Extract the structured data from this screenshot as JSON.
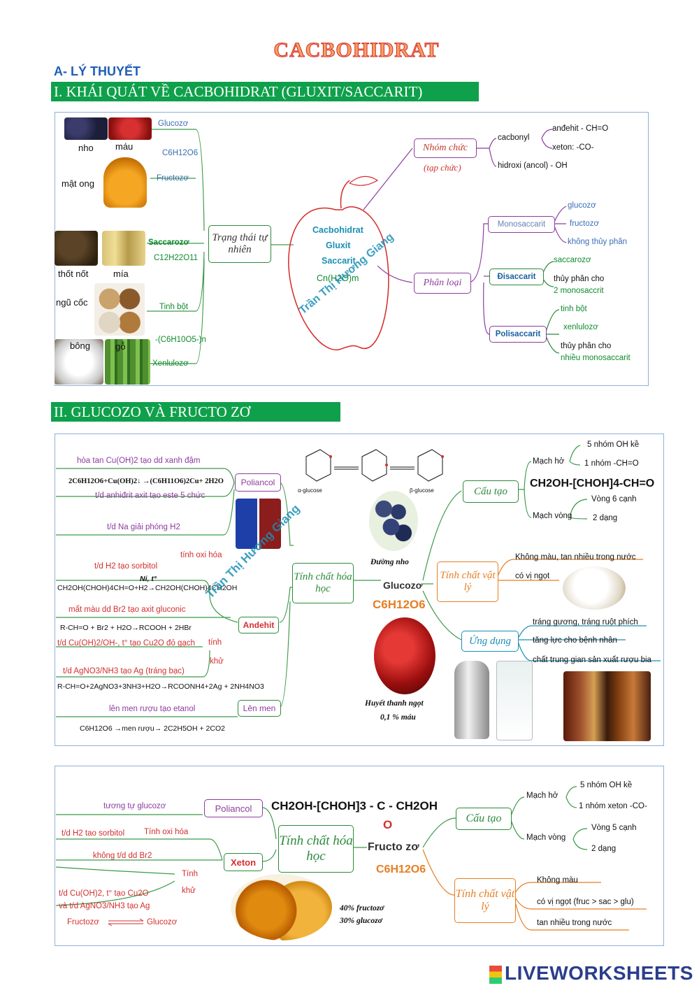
{
  "title": "CACBOHIDRAT",
  "subtitle": "A- LÝ THUYẾT",
  "section1": {
    "heading": "I. KHÁI QUÁT VỀ CACBOHIDRAT (GLUXIT/SACCARIT)",
    "image_labels": [
      "nho",
      "máu",
      "mật ong",
      "thốt nốt",
      "mía",
      "ngũ cốc",
      "bông",
      "gỗ"
    ],
    "natural_items": {
      "glucozo": "Glucozơ",
      "glucozo_formula": "C6H12O6",
      "fructozo": "Fructozơ",
      "saccarozo": "Saccarozơ",
      "saccarozo_formula": "C12H22O11",
      "tinh_bot": "Tinh bột",
      "polymer_formula": "-(C6H10O5-)n",
      "xenlulozo": "Xenlulozơ"
    },
    "natural_state": "Trạng thái tự nhiên",
    "center": [
      "Cacbohidrat",
      "Gluxit",
      "Saccarit",
      "Cn(H2O)m"
    ],
    "watermark": "Trần Thị Hương Giang",
    "functional_group": {
      "label": "Nhóm chức",
      "note": "(tạp chức)",
      "cacbonyl": "cacbonyl",
      "andehit": "anđehit - CH=O",
      "xeton": "xeton: -CO-",
      "hidroxi": "hidroxi (ancol) - OH"
    },
    "classification": {
      "label": "Phân loại",
      "mono": "Monosaccarit",
      "mono_items": [
        "glucozơ",
        "fructozơ",
        "không thủy phân"
      ],
      "di": "Đisaccarit",
      "di_items": [
        "saccarozơ",
        "thủy phân cho",
        "2 monosaccrit"
      ],
      "poly": "Polisaccarit",
      "poly_items": [
        "tinh bột",
        "xenlulozơ",
        "thủy phân cho",
        "nhiều monosaccarit"
      ]
    }
  },
  "section2": {
    "heading": "II. GLUCOZO VÀ FRUCTO ZƠ",
    "watermark": "Trần Thị Hương Giang",
    "center": "Glucozơ",
    "formula": "C6H12O6",
    "chem_props": "Tính chất hóa học",
    "poliancol": "Poliancol",
    "poliancol_items": [
      "hòa tan Cu(OH)2 tạo dd xanh đậm",
      "2C6H12O6+Cu(OH)2↓ →(C6H11O6)2Cu+ 2H2O",
      "t/d anhiđrit axit tạo este 5 chức",
      "t/d Na giải phóng H2"
    ],
    "andehit": "Andehit",
    "andehit_items": [
      "tính oxi hóa",
      "t/d H2 tạo sorbitol",
      "CH2OH(CHOH)4CH=O+H2→CH2OH(CHOH)4CH2OH",
      "Ni, t°",
      "mất màu dd Br2 tạo axit gluconic",
      "R-CH=O + Br2 + H2O→RCOOH + 2HBr",
      "t/d Cu(OH)2/OH-, t° tạo Cu2O đỏ gạch",
      "tính",
      "khử",
      "t/d AgNO3/NH3 tạo Ag (tráng bạc)",
      "R-CH=O+2AgNO3+3NH3+H2O→RCOONH4+2Ag + 2NH4NO3"
    ],
    "len_men": "Lên men",
    "len_men_items": [
      "lên men rượu tạo etanol",
      "C6H12O6 →men rượu→ 2C2H5OH + 2CO2"
    ],
    "structure_labels": [
      "α-glucose",
      "β-glucose"
    ],
    "grape_caption": "Đường nho",
    "blood_caption": [
      "Huyết thanh ngọt",
      "0,1 % máu"
    ],
    "cau_tao": "Cấu tạo",
    "mach_ho": "Mạch hở",
    "mach_vong": "Mạch vòng",
    "cau_tao_items": [
      "5 nhóm OH kề",
      "1 nhóm -CH=O",
      "CH2OH-[CHOH]4-CH=O",
      "Vòng 6 cạnh",
      "2 dạng"
    ],
    "physical": "Tính chất vật lý",
    "physical_items": [
      "Không màu, tan nhiều trong nước",
      "có vị ngọt"
    ],
    "ung_dung": "Ứng dụng",
    "ung_dung_items": [
      "tráng gương, tráng ruột phích",
      "tăng lực cho bệnh nhân",
      "chất trung gian sản xuất rượu bia"
    ]
  },
  "section3": {
    "center": "Fructo zơ",
    "formula": "C6H12O6",
    "formula_line": "CH2OH-[CHOH]3 - C - CH2OH",
    "formula_o": "O",
    "chem_props": "Tính chất hóa học",
    "poliancol": "Poliancol",
    "poliancol_item": "tương tự glucozơ",
    "xeton": "Xeton",
    "xeton_items": [
      "t/d H2 tao sorbitol",
      "Tính oxi hóa",
      "không t/d dd Br2",
      "Tính",
      "khử",
      "t/d Cu(OH)2, t° tạo Cu2O",
      "và t/d AgNO3/NH3 tạo Ag",
      "Fructozơ",
      "Glucozơ"
    ],
    "honey_caption": [
      "40% fructozơ",
      "30% glucozơ"
    ],
    "cau_tao": "Cấu tạo",
    "mach_ho": "Mạch hở",
    "mach_vong": "Mạch vòng",
    "cau_tao_items": [
      "5 nhóm OH kề",
      "1 nhóm xeton -CO-",
      "Vòng 5 cạnh",
      "2 dạng"
    ],
    "physical": "Tính chất vật lý",
    "physical_items": [
      "Không màu",
      "có vị ngọt (fruc > sac > glu)",
      "tan nhiều trong nước"
    ]
  },
  "logo": "LIVEWORKSHEETS",
  "colors": {
    "green_bar": "#0fa04b",
    "title_fill": "#f4a261",
    "title_stroke": "#d62828",
    "heading_blue": "#1f5fb5"
  }
}
